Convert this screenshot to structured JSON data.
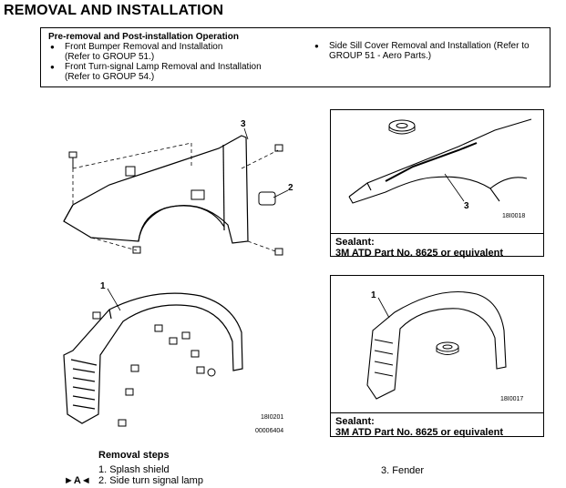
{
  "heading": "REMOVAL AND INSTALLATION",
  "pre_op": {
    "title": "Pre-removal and Post-installation Operation",
    "left_items": [
      {
        "line1": "Front Bumper Removal and Installation",
        "line2": "(Refer to GROUP 51.)"
      },
      {
        "line1": "Front Turn-signal Lamp Removal and Installation",
        "line2": "(Refer to GROUP 54.)"
      }
    ],
    "right_items": [
      {
        "line1": "Side Sill Cover Removal and Installation (Refer to",
        "line2": "GROUP 51 - Aero Parts.)"
      }
    ]
  },
  "figures": {
    "fender": {
      "callouts": [
        "3",
        "2"
      ]
    },
    "fender_detail": {
      "callout": "3",
      "code": "18I0018",
      "sealant_label": "Sealant:",
      "sealant_text": "3M ATD Part No. 8625 or equivalent"
    },
    "shield": {
      "callout": "1",
      "code1": "18I0201",
      "code2": "00006404"
    },
    "shield_detail": {
      "callout": "1",
      "code": "18I0017",
      "sealant_label": "Sealant:",
      "sealant_text": "3M ATD Part No. 8625 or equivalent"
    }
  },
  "removal_steps": {
    "title": "Removal steps",
    "marker": "►A◄",
    "steps": [
      "1. Splash shield",
      "2. Side turn signal lamp"
    ],
    "right_step": "3. Fender"
  }
}
